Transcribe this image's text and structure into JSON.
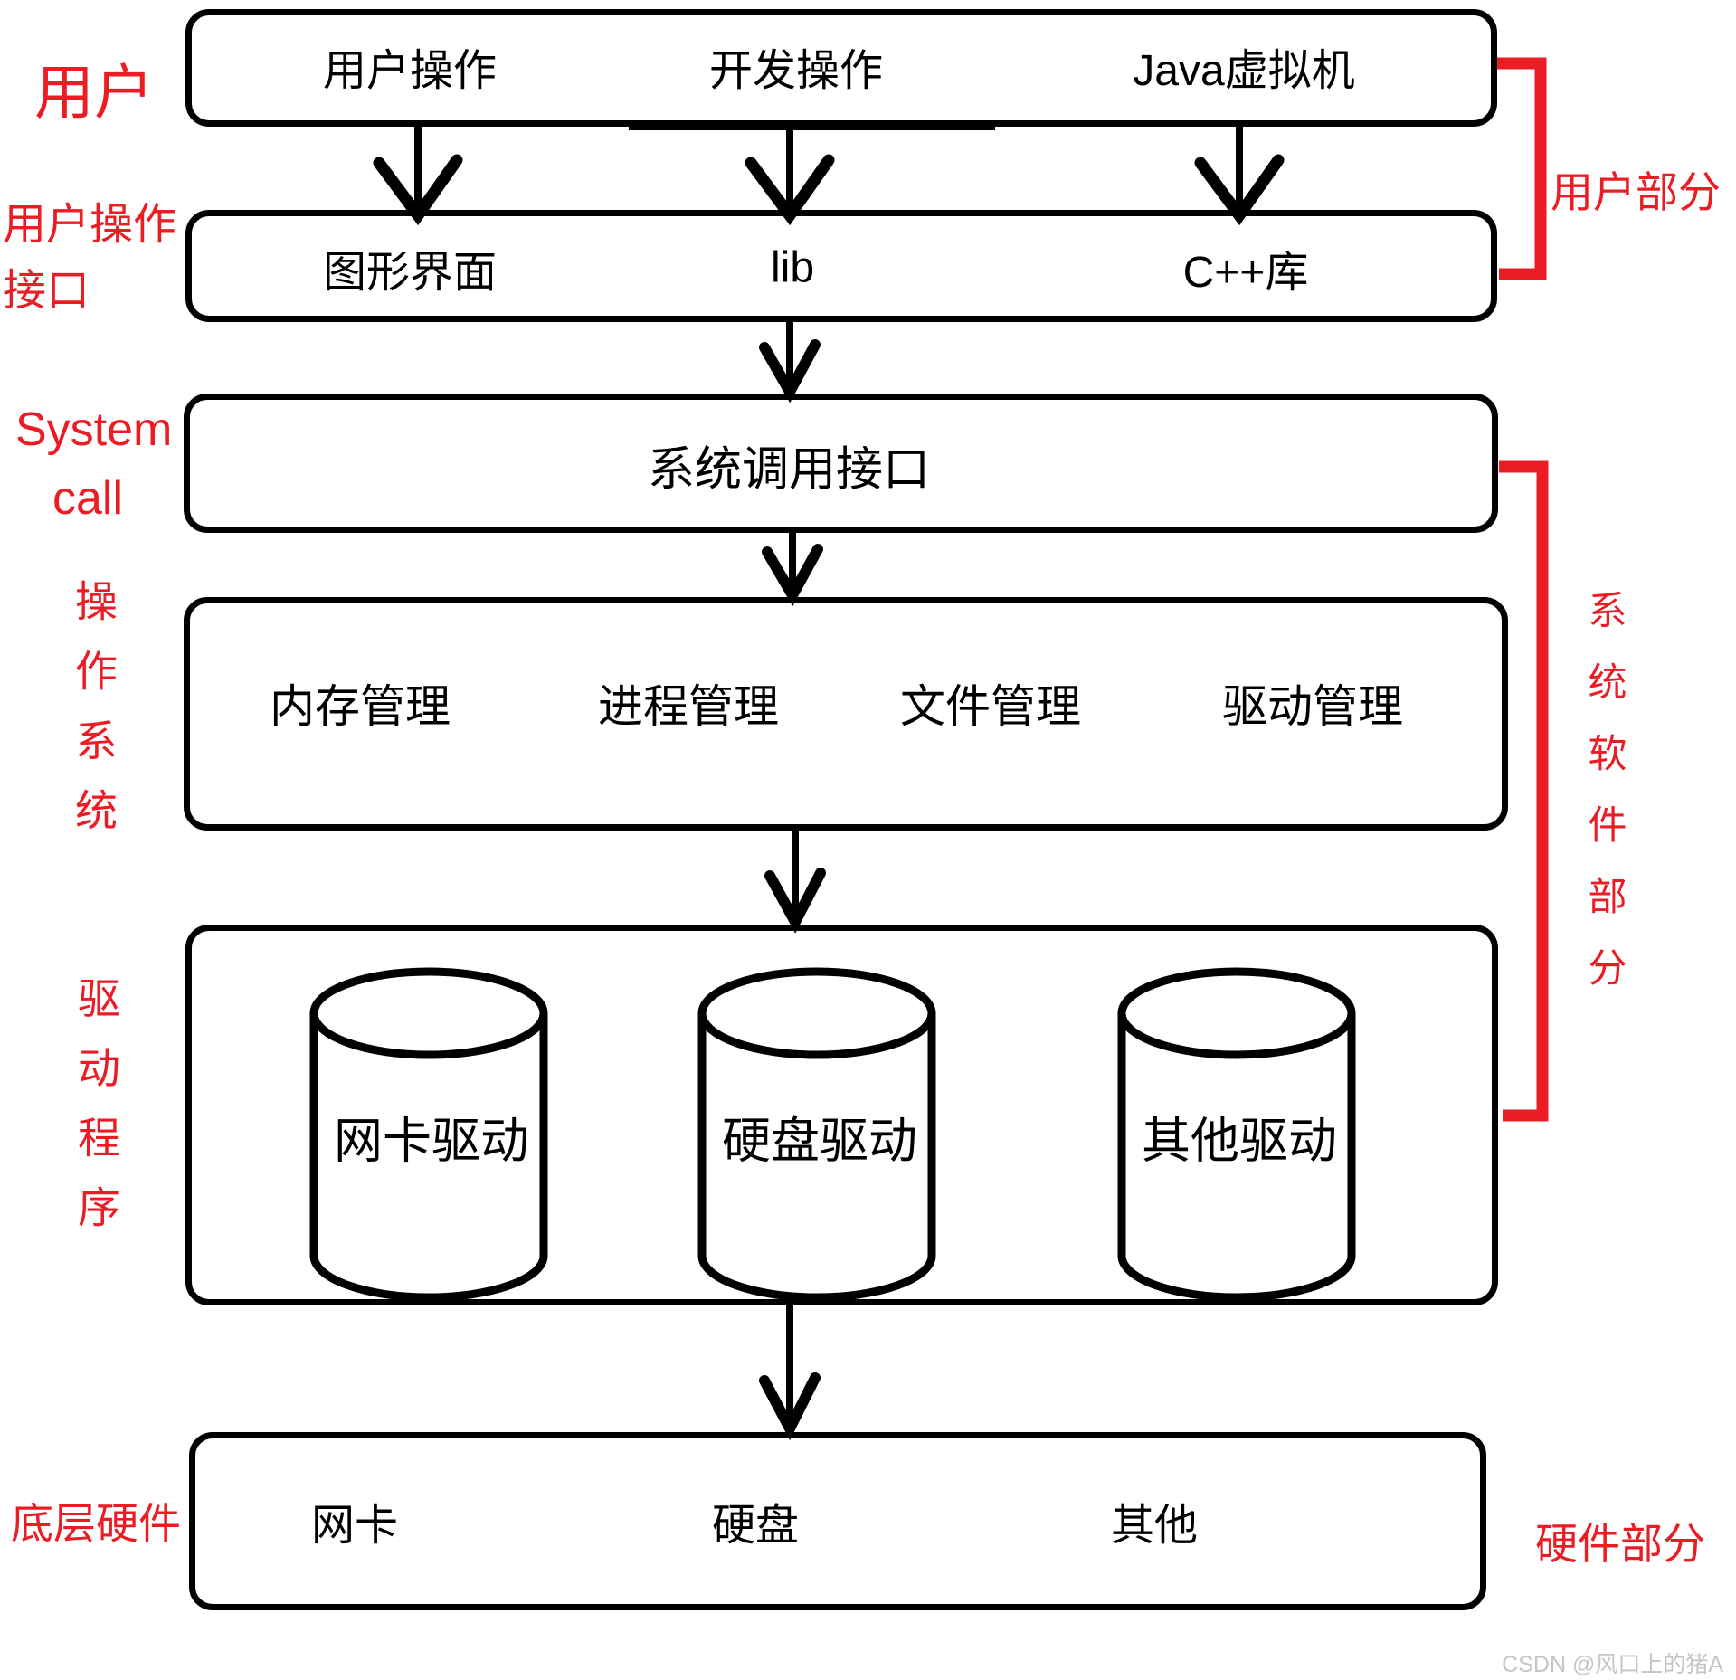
{
  "colors": {
    "accent_red": "#ec1c24",
    "line_black": "#000000",
    "watermark_gray": "#c5c5c5"
  },
  "side_labels": {
    "user": "用户",
    "user_interface_line1": "用户操作",
    "user_interface_line2": "接口",
    "system_call_line1": "System",
    "system_call_line2": "call",
    "os_vertical": "操作系统",
    "driver_vertical": "驱动程序",
    "hardware_bottom": "底层硬件"
  },
  "brackets": {
    "user_part": "用户部分",
    "system_software_part": "系统软件部分",
    "hardware_part": "硬件部分"
  },
  "boxes": {
    "user_layer": {
      "items": [
        "用户操作",
        "开发操作",
        "Java虚拟机"
      ]
    },
    "interface_layer": {
      "items": [
        "图形界面",
        "lib",
        "C++库"
      ]
    },
    "syscall_layer": {
      "title": "系统调用接口"
    },
    "os_layer": {
      "items": [
        "内存管理",
        "进程管理",
        "文件管理",
        "驱动管理"
      ]
    },
    "driver_layer": {
      "cylinders": [
        "网卡驱动",
        "硬盘驱动",
        "其他驱动"
      ]
    },
    "hardware_layer": {
      "items": [
        "网卡",
        "硬盘",
        "其他"
      ]
    }
  },
  "watermark": {
    "text": "CSDN @风口上的猪A"
  }
}
